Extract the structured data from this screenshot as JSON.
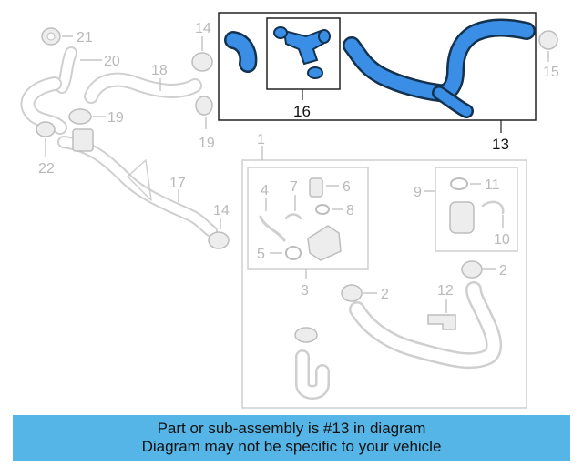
{
  "callouts": {
    "c1": "1",
    "c2a": "2",
    "c2b": "2",
    "c3": "3",
    "c4": "4",
    "c5": "5",
    "c6": "6",
    "c7": "7",
    "c8": "8",
    "c9": "9",
    "c10": "10",
    "c11": "11",
    "c12": "12",
    "c13": "13",
    "c14a": "14",
    "c14b": "14",
    "c15": "15",
    "c16": "16",
    "c17": "17",
    "c18": "18",
    "c19a": "19",
    "c19b": "19",
    "c20": "20",
    "c21": "21",
    "c22": "22"
  },
  "banner": {
    "line1": "Part or sub-assembly is #13 in diagram",
    "line2": "Diagram may not be specific to your vehicle"
  },
  "colors": {
    "highlight": "#3a8ee6",
    "banner_background": "#55b5e6",
    "ghost_parts": "#cfcfcf"
  }
}
